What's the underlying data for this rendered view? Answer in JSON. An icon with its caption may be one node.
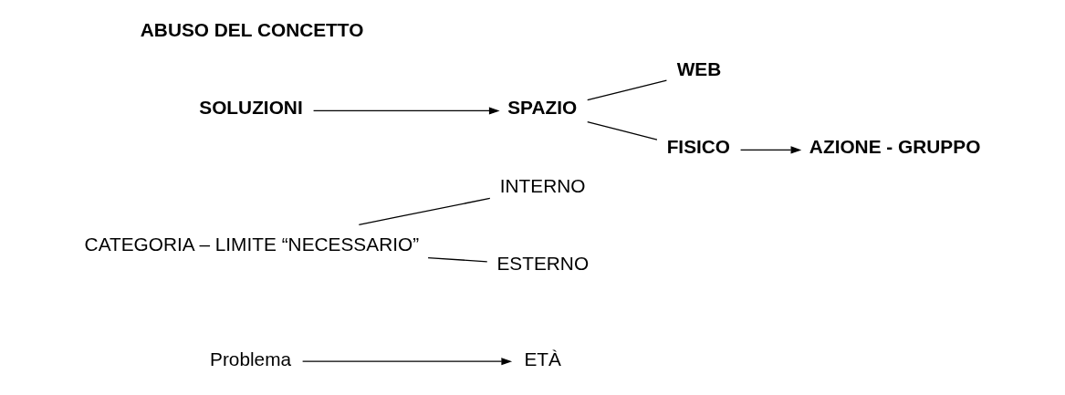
{
  "diagram": {
    "nodes": [
      {
        "text": [
          "Problema"
        ]
      },
      {
        "text": [
          "ETÀ"
        ]
      },
      {
        "text": [
          "CATEGORIA – LIMITE “NECESSARIO”"
        ]
      },
      {
        "text": [
          "INTERNO"
        ]
      },
      {
        "text": [
          "ESTERNO"
        ]
      },
      {
        "text": [
          "SOLUZIONI"
        ]
      },
      {
        "text": [
          "SPAZIO"
        ]
      },
      {
        "text": [
          "WEB"
        ]
      },
      {
        "text": [
          "FISICO"
        ]
      },
      {
        "text": [
          "AZIONE - GRUPPO"
        ]
      }
    ],
    "edges": [
      {
        "from": 0,
        "to": 1,
        "arrow": "to"
      },
      {
        "from": 2,
        "to": 3,
        "arrow": "none"
      },
      {
        "from": 2,
        "to": 4,
        "arrow": "none"
      },
      {
        "from": 5,
        "to": 6,
        "arrow": "to"
      },
      {
        "from": 6,
        "to": 7,
        "arrow": "none"
      },
      {
        "from": 6,
        "to": 8,
        "arrow": "none"
      },
      {
        "from": 8,
        "to": 9,
        "arrow": "to"
      }
    ],
    "labels": [
      "ABUSO DEL CONCETTO"
    ]
  }
}
